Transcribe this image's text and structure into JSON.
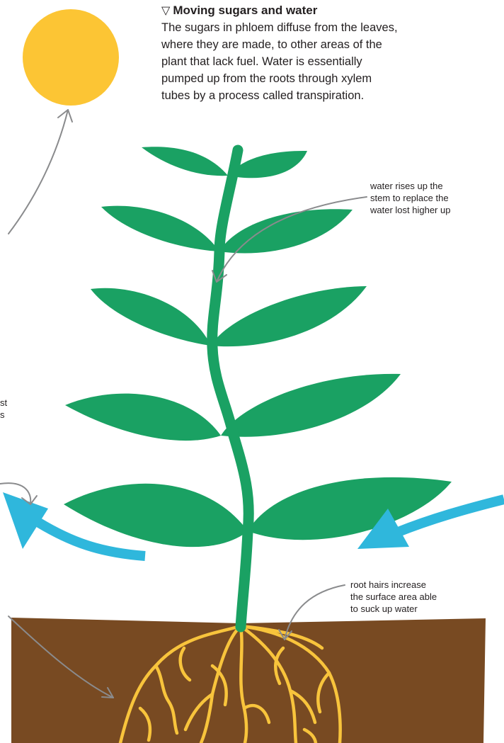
{
  "caption": {
    "marker": "▽",
    "title": "Moving sugars and water",
    "lines": [
      "The sugars in phloem diffuse from the leaves,",
      "where they are made, to other areas of the",
      "plant that lack fuel. Water is essentially",
      "pumped up from the roots through xylem",
      "tubes by a process called transpiration."
    ]
  },
  "labels": {
    "stem": [
      "water rises up the",
      "stem to replace the",
      "water lost higher up"
    ],
    "roots": [
      "root hairs increase",
      "the surface area able",
      "to suck up water"
    ]
  },
  "cut_text": [
    "st",
    "s"
  ],
  "colors": {
    "sun": "#fcc534",
    "plant": "#1aa163",
    "soil": "#784a22",
    "roots": "#f8c43c",
    "water_arrow": "#2fb7dc",
    "pointer": "#8a8b8d"
  }
}
